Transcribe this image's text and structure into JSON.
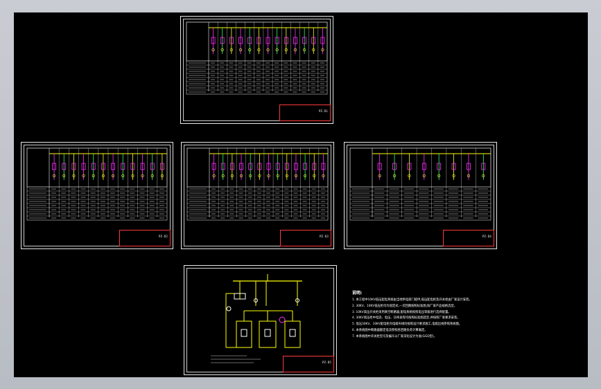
{
  "colors": {
    "background": "#000000",
    "frame": "#e8e8e8",
    "title_block": "#ff3a3a",
    "busbar": "#ffff00",
    "device_magenta": "#ff33ff",
    "device_green": "#33ff66",
    "device_yellow": "#ffff33",
    "table_line": "#d0d0d0"
  },
  "sheets": [
    {
      "id": "sheet-top",
      "title_text": "PZ-D1"
    },
    {
      "id": "sheet-left",
      "title_text": "PZ-D2"
    },
    {
      "id": "sheet-middle",
      "title_text": "PZ-D3"
    },
    {
      "id": "sheet-right",
      "title_text": "PZ-D4"
    },
    {
      "id": "sheet-system",
      "title_text": "PZ-D5"
    }
  ],
  "notes": {
    "title": "说明:",
    "lines": [
      "1. 本工程中10KV低压配电系统由当地供电部门提供,低压配电柜及开关柜由厂家设计安装。",
      "2. 30KV、10KV低压柜均为固定式,一次回路按照标准图,按厂家产品规格选型。",
      "3. 10KV高压开关柜采用真空断路器,配电系统按照电压等级进行选择配置。",
      "4. 30KV高压柜中电流、电压、功率表等均按照标准图选型,并按照厂家要求安装。",
      "5. 低压30KV、10KV配电柜内电缆布线均按照设计要求施工,电缆出线参照系统图。",
      "6. 本系统图中断路器额定电流参照各回路负荷计算确定。",
      "7. 本系统图中开关柜型号及编号以厂家深化设计为准(GGD型)。"
    ]
  }
}
